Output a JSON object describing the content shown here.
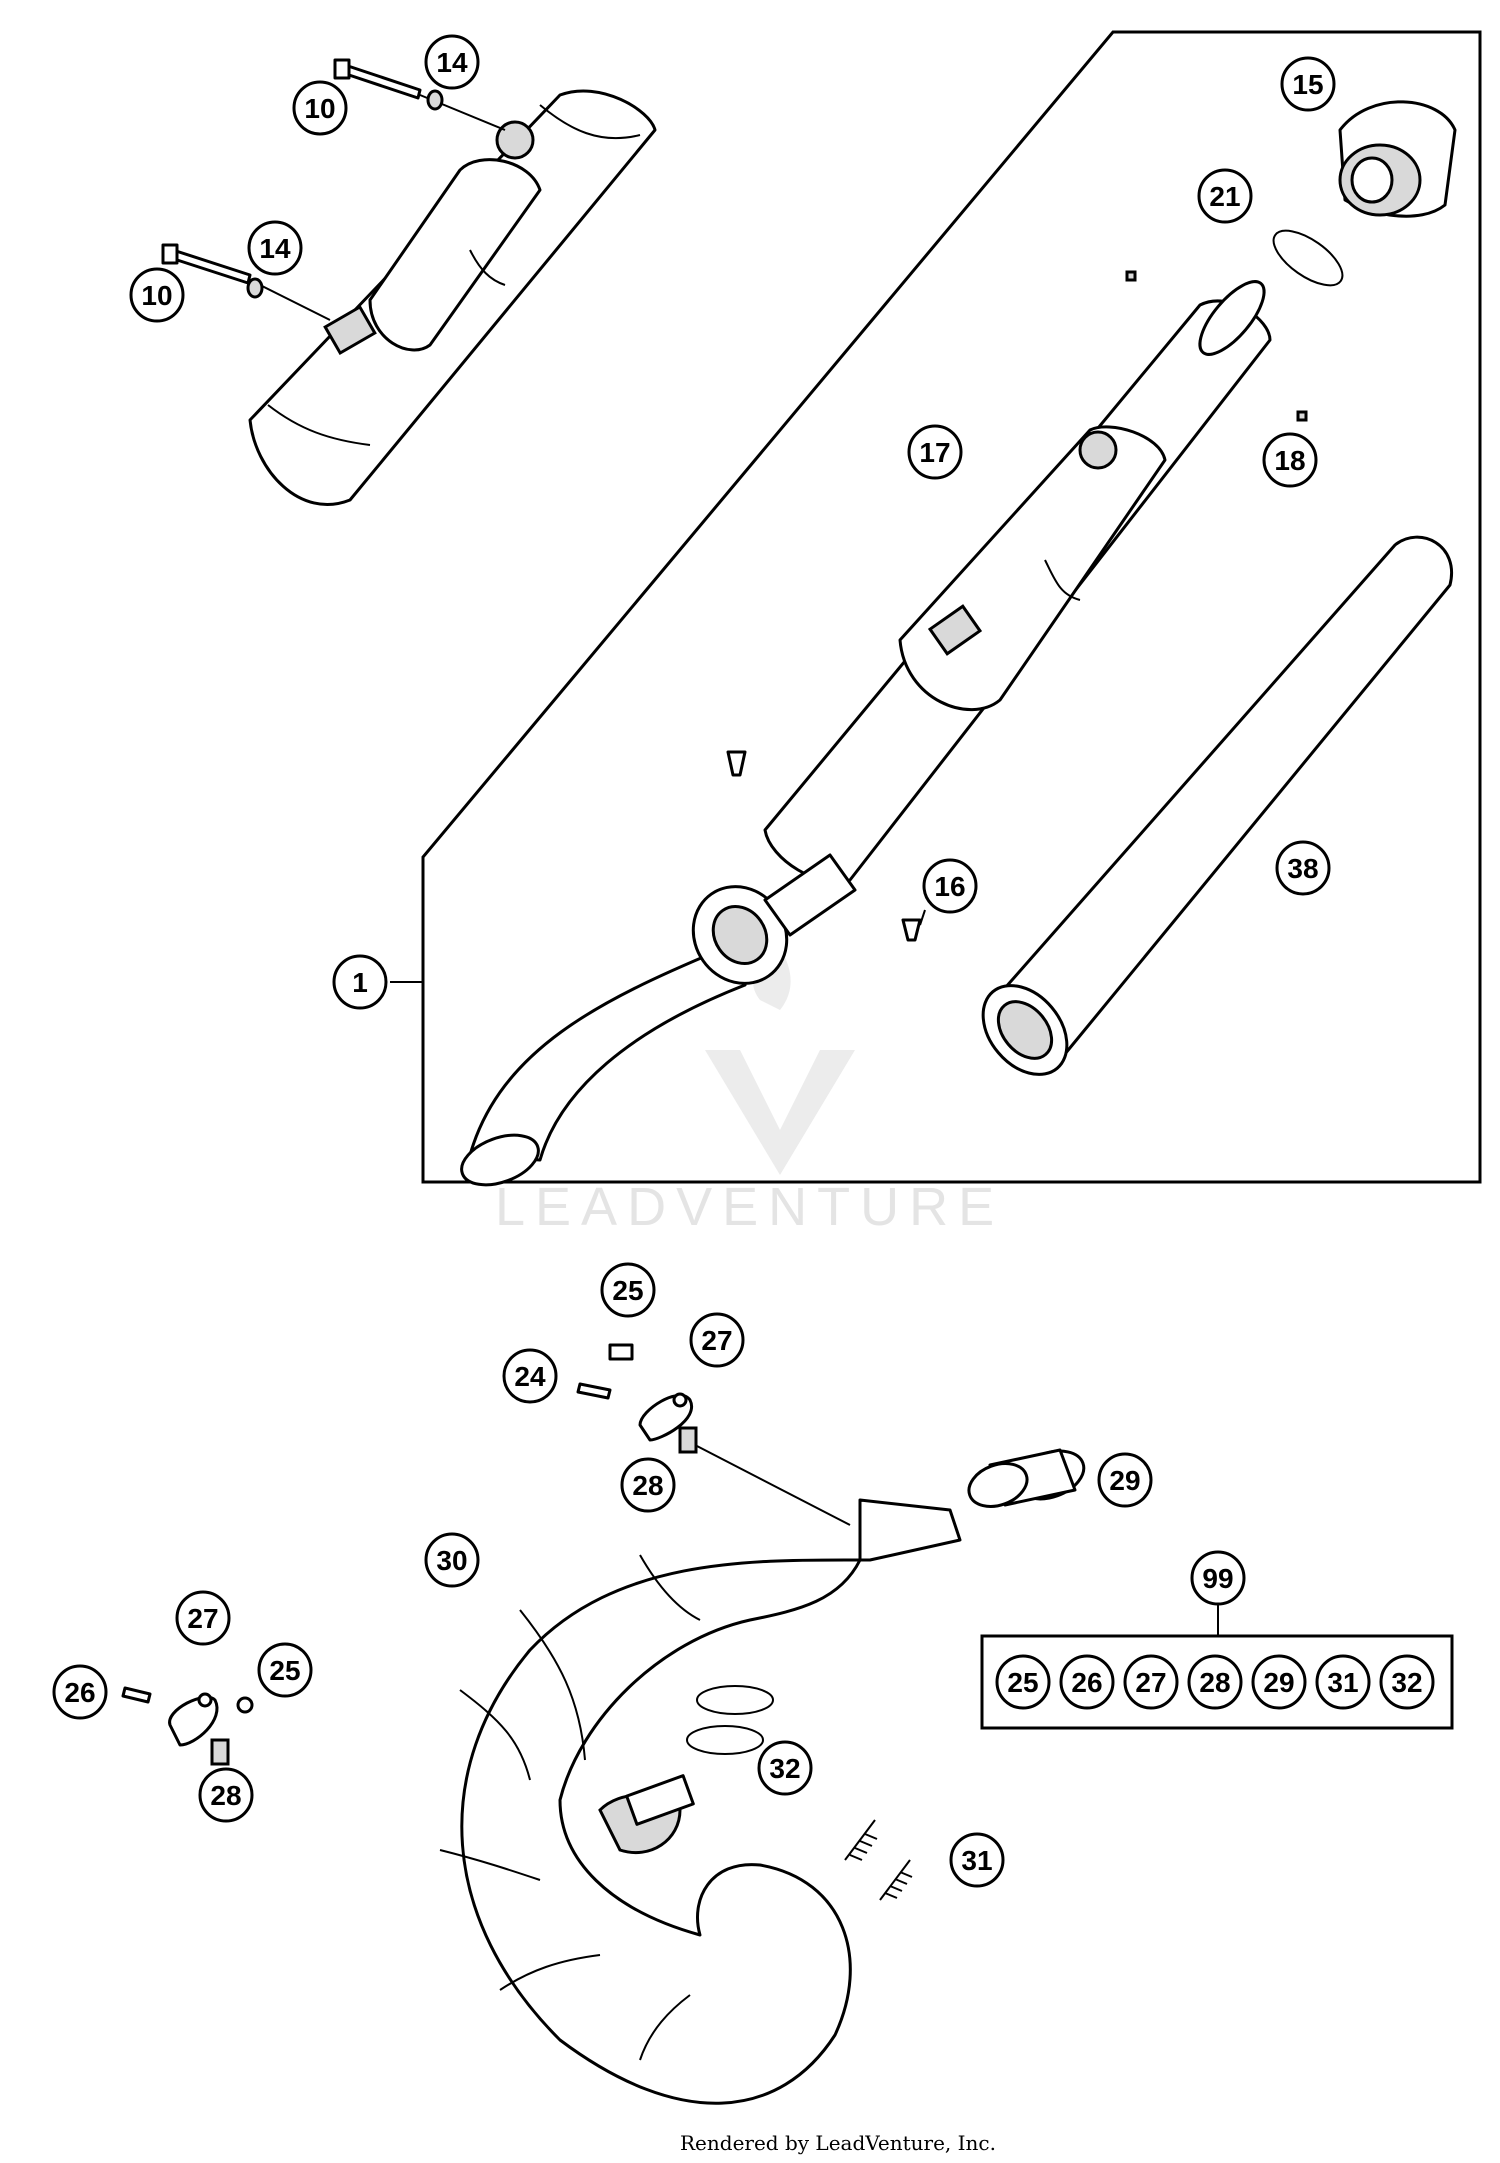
{
  "watermark": {
    "brand_text": "LEADVENTURE"
  },
  "footer": {
    "credit": "Rendered by LeadVenture, Inc."
  },
  "callouts": {
    "c1": "1",
    "c10a": "10",
    "c10b": "10",
    "c14a": "14",
    "c14b": "14",
    "c15": "15",
    "c16": "16",
    "c17": "17",
    "c18": "18",
    "c21": "21",
    "c38": "38",
    "c24": "24",
    "c25a": "25",
    "c25b": "25",
    "c26": "26",
    "c27a": "27",
    "c27b": "27",
    "c28a": "28",
    "c28b": "28",
    "c29": "29",
    "c30": "30",
    "c31": "31",
    "c32": "32",
    "c99": "99"
  },
  "kit": {
    "parts": [
      "25",
      "26",
      "27",
      "28",
      "29",
      "31",
      "32"
    ]
  }
}
